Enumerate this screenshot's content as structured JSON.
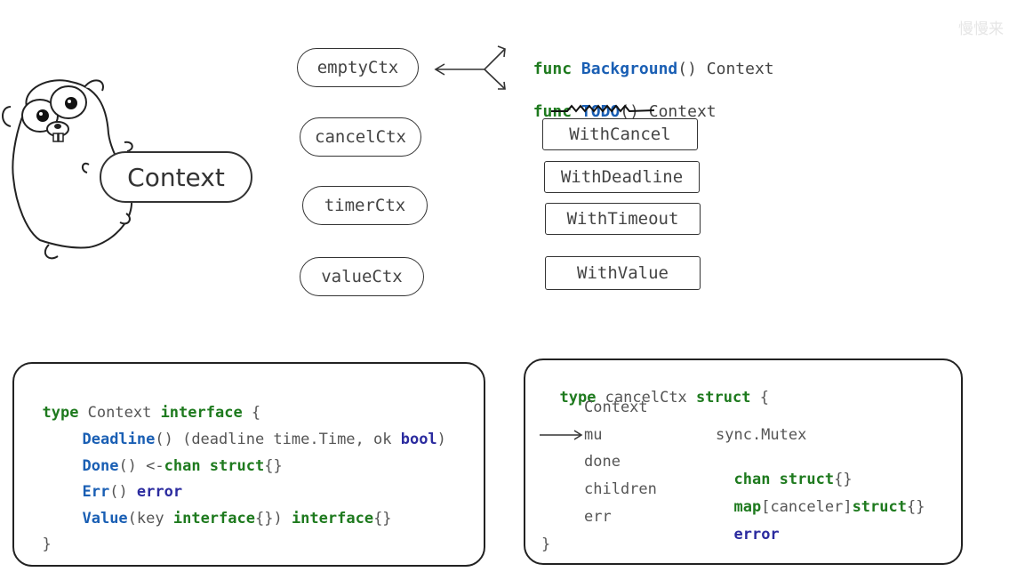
{
  "watermark": "慢慢来",
  "gopher_label": "Context",
  "ctx_types": [
    "emptyCtx",
    "cancelCtx",
    "timerCtx",
    "valueCtx"
  ],
  "funcs": {
    "background": {
      "kw": "func",
      "name": "Background",
      "rest": "() Context"
    },
    "todo": {
      "kw": "func",
      "name": "TODO",
      "rest": "() Context"
    }
  },
  "with_funcs": [
    "WithCancel",
    "WithDeadline",
    "WithTimeout",
    "WithValue"
  ],
  "interface_code": {
    "l1_kw": "type",
    "l1_name": " Context ",
    "l1_kw2": "interface",
    "l1_end": " {",
    "l2_fn": "Deadline",
    "l2_mid": "() (deadline time.Time, ok ",
    "l2_type": "bool",
    "l2_end": ")",
    "l3_fn": "Done",
    "l3_mid": "() <-",
    "l3_kw": "chan struct",
    "l3_end": "{}",
    "l4_fn": "Err",
    "l4_mid": "() ",
    "l4_type": "error",
    "l5_fn": "Value",
    "l5_mid": "(key ",
    "l5_kw": "interface",
    "l5_mid2": "{}) ",
    "l5_kw2": "interface",
    "l5_end": "{}",
    "l6": "}"
  },
  "struct_code": {
    "l1_kw": "type",
    "l1_name": " cancelCtx ",
    "l1_kw2": "struct",
    "l1_end": " {",
    "fields": [
      {
        "name": "Context",
        "type_kw": "",
        "type_plain": ""
      },
      {
        "name": "mu",
        "type_kw": "",
        "type_plain": "sync.Mutex"
      },
      {
        "name": "done",
        "type_kw": "chan struct",
        "type_plain": "{}"
      },
      {
        "name": "children",
        "type_kw": "map",
        "type_plain": "[canceler]"
      },
      {
        "name": "err",
        "type_kw": "",
        "type_plain": ""
      }
    ],
    "children_tail_kw": "struct",
    "children_tail": "{}",
    "err_type": "error",
    "end": "}"
  }
}
